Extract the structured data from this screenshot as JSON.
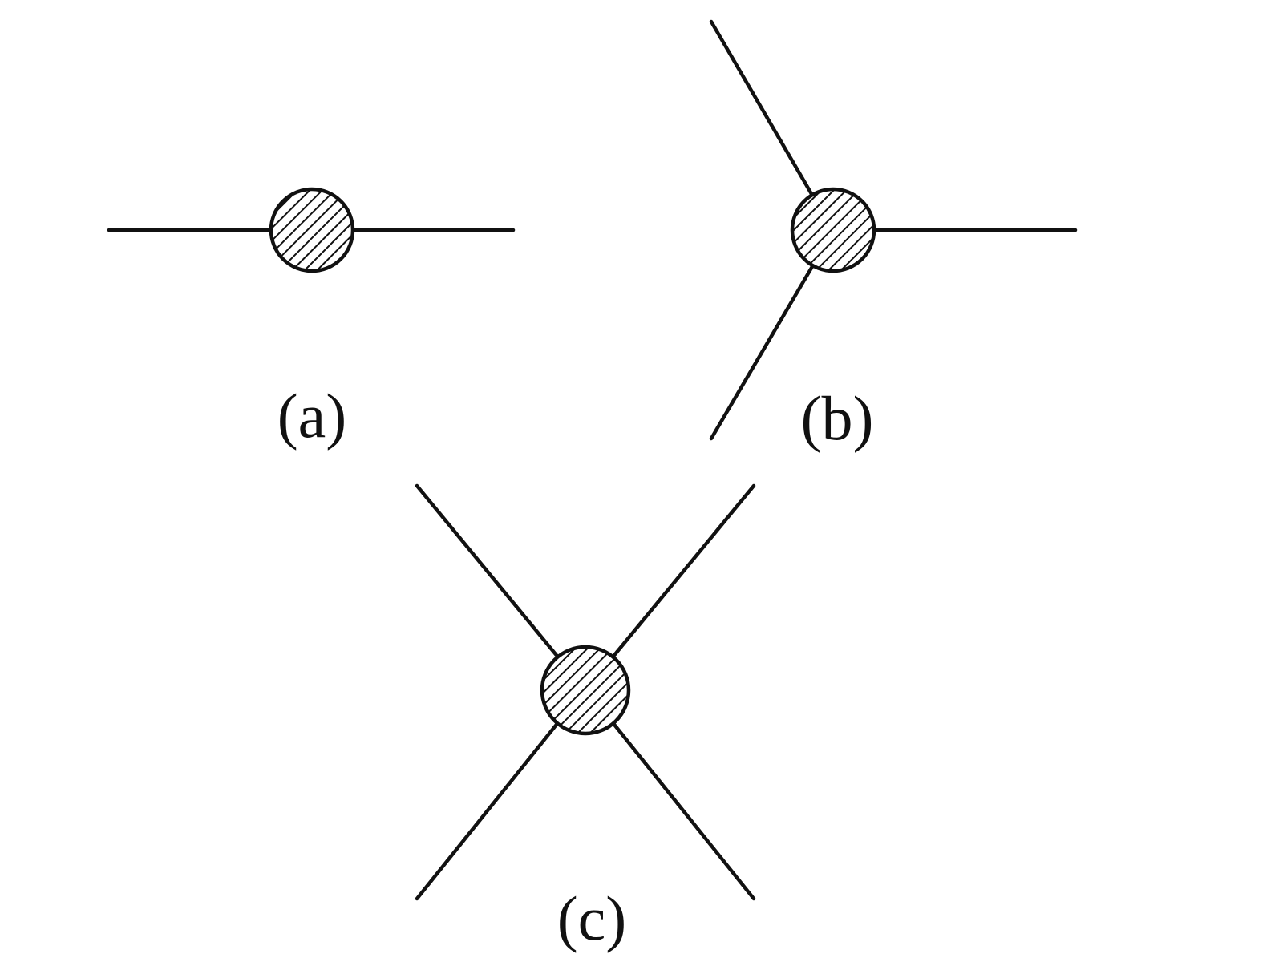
{
  "diagrams": [
    {
      "id": "a",
      "caption": "(a)",
      "legs": 2
    },
    {
      "id": "b",
      "caption": "(b)",
      "legs": 3
    },
    {
      "id": "c",
      "caption": "(c)",
      "legs": 4
    }
  ],
  "colors": {
    "line": "#111111",
    "background": "#ffffff"
  }
}
